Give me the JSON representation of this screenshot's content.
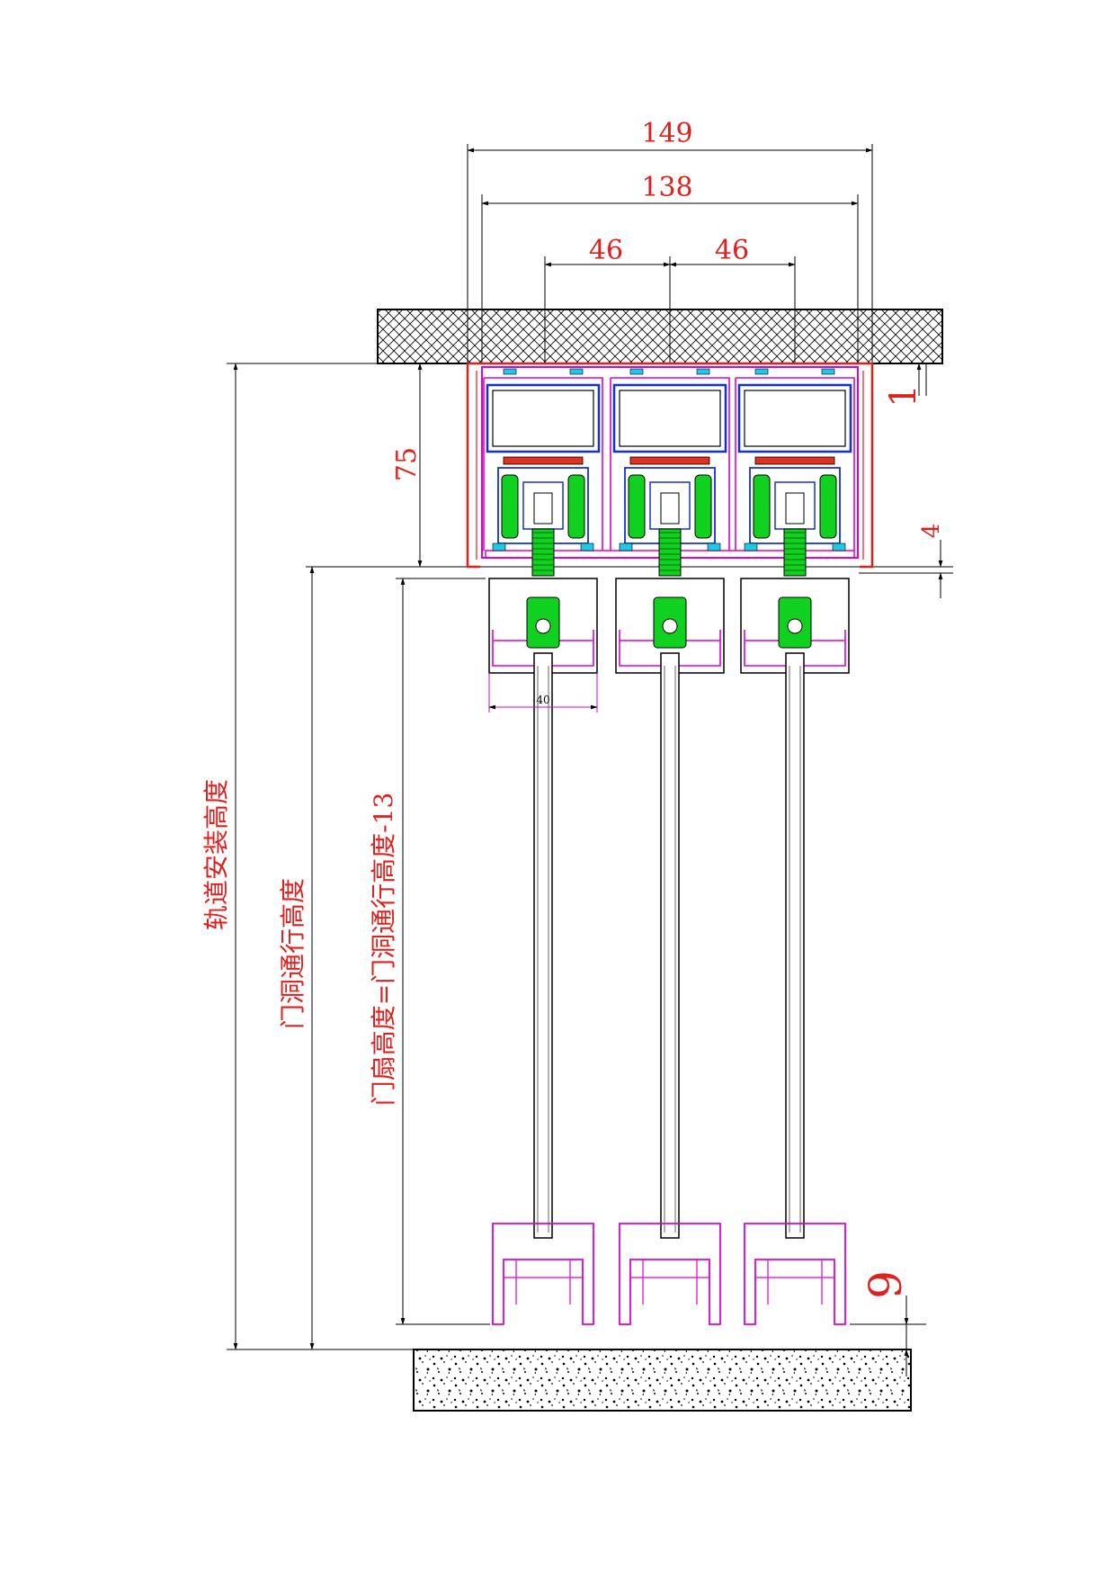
{
  "dimensions": {
    "overall_width": "149",
    "inner_width": "138",
    "track_pitch_left": "46",
    "track_pitch_right": "46",
    "track_height": "75",
    "top_gap": "1",
    "track_gap": "4",
    "bottom_gap": "9",
    "carrier_width": "40"
  },
  "labels": {
    "rail_install_height": "轨道安装高度",
    "door_opening_height": "门洞通行高度",
    "panel_height_formula": "门扇高度=门洞通行高度-13"
  },
  "colors": {
    "dimension": "#e0201c",
    "profile": "#e000d0",
    "glass_frame": "#1030d8",
    "roller": "#10d020",
    "seal": "#20c8e8",
    "outline": "#000000"
  }
}
